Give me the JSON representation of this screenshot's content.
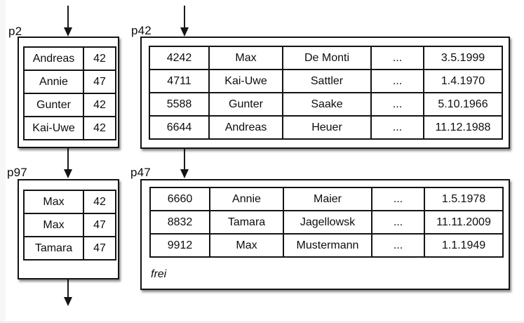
{
  "pages": {
    "p2": {
      "label": "p2",
      "rows": [
        {
          "key": "Andreas",
          "ptr": "42"
        },
        {
          "key": "Annie",
          "ptr": "47"
        },
        {
          "key": "Gunter",
          "ptr": "42"
        },
        {
          "key": "Kai-Uwe",
          "ptr": "42"
        }
      ]
    },
    "p97": {
      "label": "p97",
      "rows": [
        {
          "key": "Max",
          "ptr": "42"
        },
        {
          "key": "Max",
          "ptr": "47"
        },
        {
          "key": "Tamara",
          "ptr": "47"
        }
      ]
    },
    "p42": {
      "label": "p42",
      "rows": [
        {
          "id": "4242",
          "first": "Max",
          "last": "De Monti",
          "more": "...",
          "date": "3.5.1999"
        },
        {
          "id": "4711",
          "first": "Kai-Uwe",
          "last": "Sattler",
          "more": "...",
          "date": "1.4.1970"
        },
        {
          "id": "5588",
          "first": "Gunter",
          "last": "Saake",
          "more": "...",
          "date": "5.10.1966"
        },
        {
          "id": "6644",
          "first": "Andreas",
          "last": "Heuer",
          "more": "...",
          "date": "11.12.1988"
        }
      ]
    },
    "p47": {
      "label": "p47",
      "rows": [
        {
          "id": "6660",
          "first": "Annie",
          "last": "Maier",
          "more": "...",
          "date": "1.5.1978"
        },
        {
          "id": "8832",
          "first": "Tamara",
          "last": "Jagellowsk",
          "more": "...",
          "date": "11.11.2009"
        },
        {
          "id": "9912",
          "first": "Max",
          "last": "Mustermann",
          "more": "...",
          "date": "1.1.1949"
        }
      ],
      "free_label": "frei"
    }
  }
}
